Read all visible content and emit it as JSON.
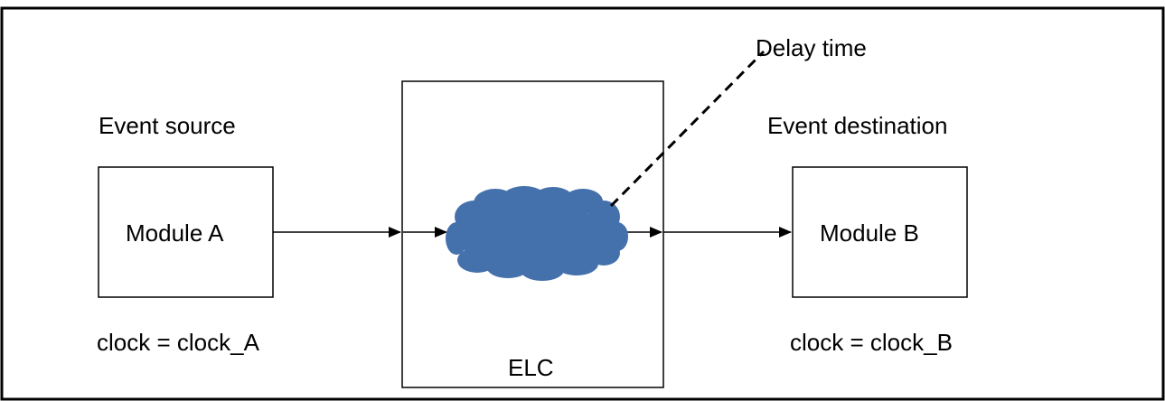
{
  "labels": {
    "event_source": "Event source",
    "event_destination": "Event destination",
    "module_a": "Module A",
    "module_b": "Module B",
    "elc": "ELC",
    "delay_time": "Delay time",
    "clock_a": "clock = clock_A",
    "clock_b": "clock = clock_B"
  },
  "colors": {
    "cloud_fill": "#4471AC",
    "stroke": "#000000",
    "background": "#ffffff"
  }
}
